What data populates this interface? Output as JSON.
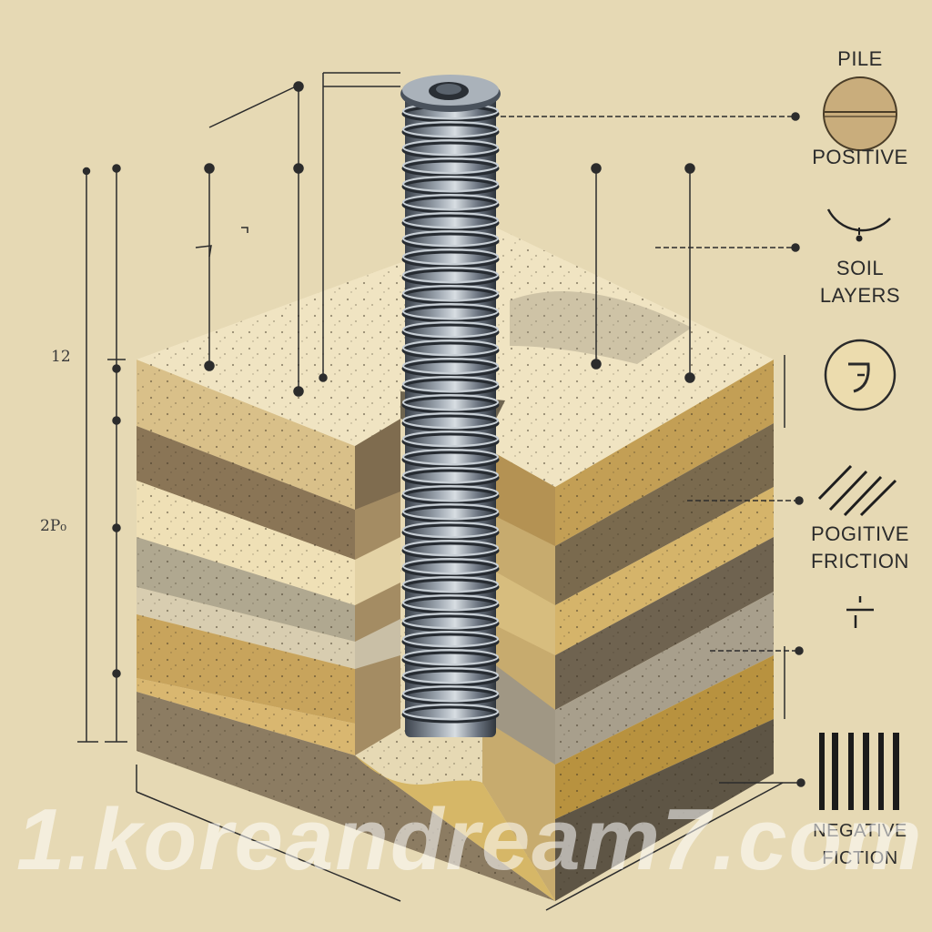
{
  "legend": {
    "pile": "PILE",
    "positive": "POSITIVE",
    "soil_line1": "SOIL",
    "soil_line2": "LAYERS",
    "positive_friction_line1": "POGITIVE",
    "positive_friction_line2": "FRICTION",
    "negative_line1": "NEGATIVE",
    "negative_line2": "FICTION"
  },
  "side_notes": {
    "upper": "12",
    "lower": "2P₀"
  },
  "watermark": "1.koreandream7.com",
  "colors": {
    "background": "#e6d9b4",
    "pile_steel": "#5a6470",
    "soil_top": "#efe3c0",
    "soil_dark": "#7a6a4e",
    "soil_ochre": "#b89a55",
    "soil_gray": "#a9a18f",
    "soil_cream": "#e9d8a8"
  },
  "icons": {
    "pile": "pile-section-icon",
    "soil": "soil-arc-icon",
    "circle": "circle-symbol-icon",
    "positive_friction": "diagonal-hatch-icon",
    "divider": "divider-symbol-icon",
    "negative_friction": "vertical-bars-icon"
  }
}
